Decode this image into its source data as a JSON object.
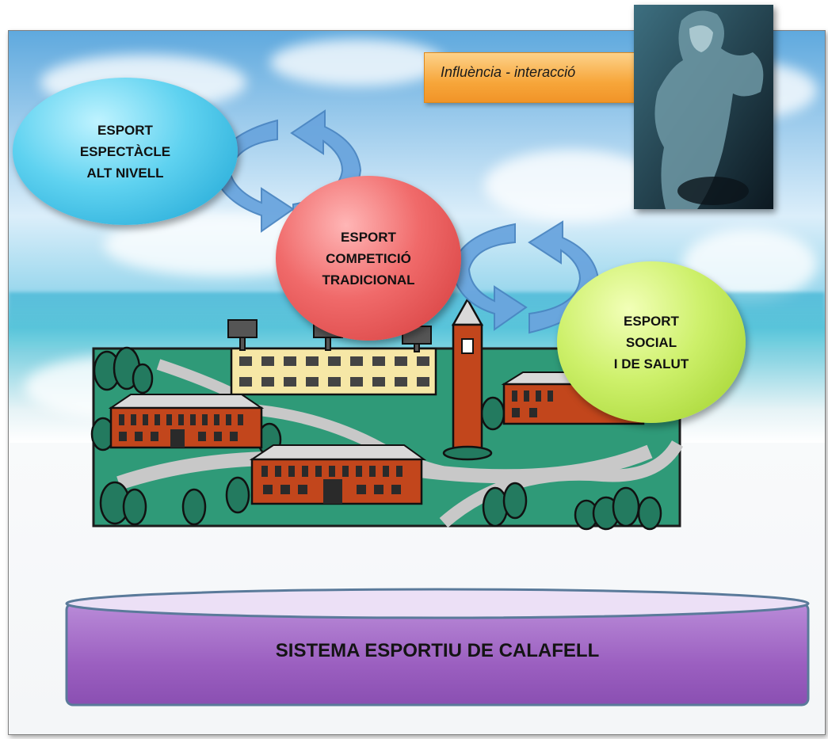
{
  "influence_label": "Influència - interacció",
  "nodes": {
    "high_level": "ESPORT\nESPECTÀCLE\nALT NIVELL",
    "traditional": "ESPORT\nCOMPETICIÓ\nTRADICIONAL",
    "social": "ESPORT\nSOCIAL\nI  DE SALUT"
  },
  "system_label": "SISTEMA ESPORTIU DE CALAFELL",
  "colors": {
    "high_level": "#5fd2f0",
    "traditional": "#f06a6a",
    "social": "#cdf06a",
    "system": "#9b5fc0",
    "influence_box": "#f7a63a",
    "arrows": "#5b9bd5"
  }
}
